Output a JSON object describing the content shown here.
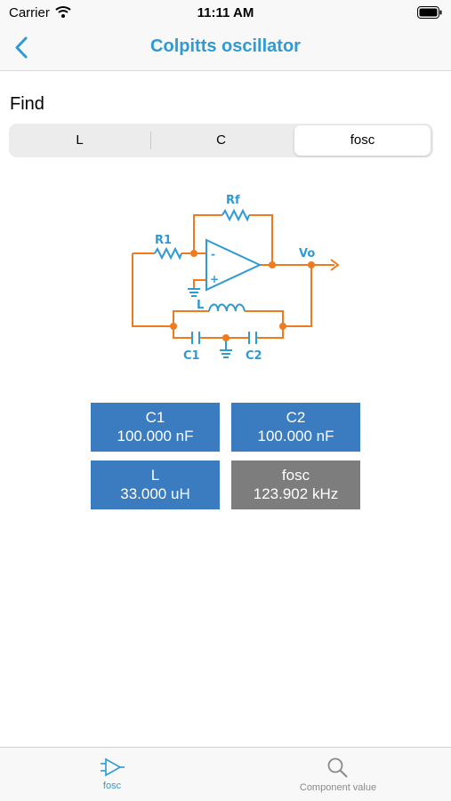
{
  "status": {
    "carrier": "Carrier",
    "time": "11:11 AM"
  },
  "nav": {
    "title": "Colpitts oscillator",
    "back_icon": "chevron-left-icon"
  },
  "find": {
    "label": "Find",
    "segments": [
      "L",
      "C",
      "fosc"
    ],
    "selected": "fosc"
  },
  "circuit": {
    "labels": {
      "rf": "Rf",
      "r1": "R1",
      "vo": "Vo",
      "l": "L",
      "c1": "C1",
      "c2": "C2",
      "minus": "-",
      "plus": "+"
    }
  },
  "values": {
    "c1": {
      "name": "C1",
      "value": "100.000 nF"
    },
    "c2": {
      "name": "C2",
      "value": "100.000 nF"
    },
    "l": {
      "name": "L",
      "value": "33.000 uH"
    },
    "fosc": {
      "name": "fosc",
      "value": "123.902 kHz"
    }
  },
  "tabs": [
    {
      "label": "fosc",
      "icon": "amplifier-icon",
      "active": true
    },
    {
      "label": "Component value",
      "icon": "magnifier-icon",
      "active": false
    }
  ],
  "colors": {
    "accent": "#2f9ad3",
    "wire": "#f07b1f",
    "box_blue": "#3b7bbf",
    "box_gray": "#7d7d7d"
  }
}
